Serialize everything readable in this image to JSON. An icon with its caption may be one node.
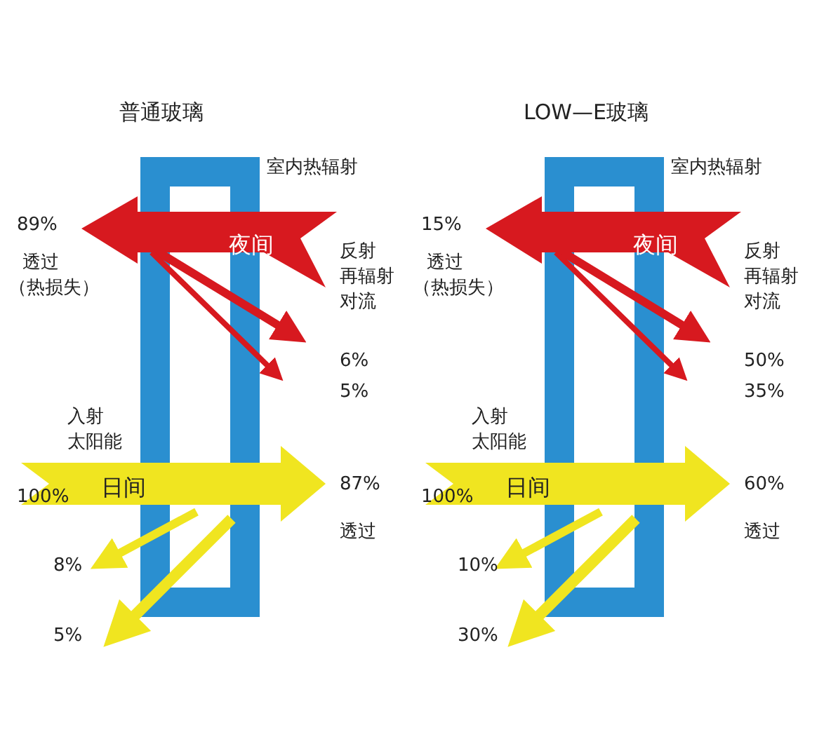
{
  "diagram": {
    "nodes": [
      {
        "text": [],
        "shape": "box"
      },
      {
        "text": [],
        "shape": "box"
      }
    ],
    "labels": [
      "普通玻璃",
      "室内热辐射",
      "89%",
      "夜间",
      "反射",
      "再辐射",
      "对流",
      "透过",
      "（热损失）",
      "6%",
      "5%",
      "入射",
      "太阳能",
      "100%",
      "日间",
      "87%",
      "透过",
      "8%",
      "5%",
      "LOW—E玻璃",
      "室内热辐射",
      "15%",
      "夜间",
      "反射",
      "再辐射",
      "对流",
      "透过",
      "（热损失）",
      "50%",
      "35%",
      "入射",
      "太阳能",
      "100%",
      "日间",
      "60%",
      "透过",
      "10%",
      "30%"
    ]
  }
}
